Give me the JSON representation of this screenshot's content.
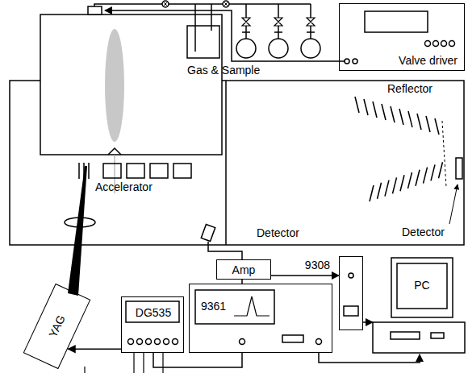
{
  "diagram": {
    "nodes": [
      {
        "text": [
          "Valve driver"
        ]
      },
      {
        "text": [
          "YAG"
        ]
      },
      {
        "text": [
          "Amp"
        ]
      },
      {
        "text": [
          "9308"
        ]
      },
      {
        "text": [
          "DG535"
        ]
      },
      {
        "text": [
          "9361"
        ]
      },
      {
        "text": [
          "PC"
        ]
      }
    ],
    "edges": [
      {
        "from": 4,
        "to": 1,
        "arrow": "to"
      },
      {
        "from": 2,
        "to": 3,
        "arrow": "to"
      },
      {
        "from": 2,
        "to": 5,
        "arrow": "none"
      },
      {
        "from": 3,
        "to": 6,
        "arrow": "to"
      },
      {
        "from": 5,
        "to": 6,
        "arrow": "to"
      },
      {
        "from": 4,
        "to": 5,
        "arrow": "none"
      }
    ],
    "labels": [
      "Gas & Sample",
      "Accelerator",
      "Detector",
      "Reflector",
      "Detector"
    ]
  }
}
